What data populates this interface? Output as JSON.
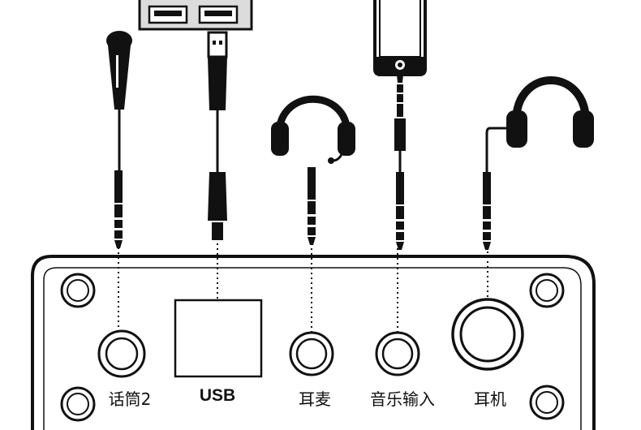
{
  "ports": [
    {
      "id": "mic2",
      "label": "话筒2",
      "device": "microphone",
      "connector": "6.35mm-plug"
    },
    {
      "id": "usb",
      "label": "USB",
      "device": "computer-usb-ports",
      "connector": "usb-a-to-usb-b"
    },
    {
      "id": "headset",
      "label": "耳麦",
      "device": "headset-with-mic",
      "connector": "3.5mm-plug"
    },
    {
      "id": "music-in",
      "label": "音乐输入",
      "device": "smartphone",
      "connector": "3.5mm-aux-cable"
    },
    {
      "id": "headphones",
      "label": "耳机",
      "device": "headphones",
      "connector": "6.35mm-plug"
    }
  ],
  "colors": {
    "line": "#111111",
    "panel": "#ffffff",
    "usb_hub": "#dcdcdc"
  }
}
